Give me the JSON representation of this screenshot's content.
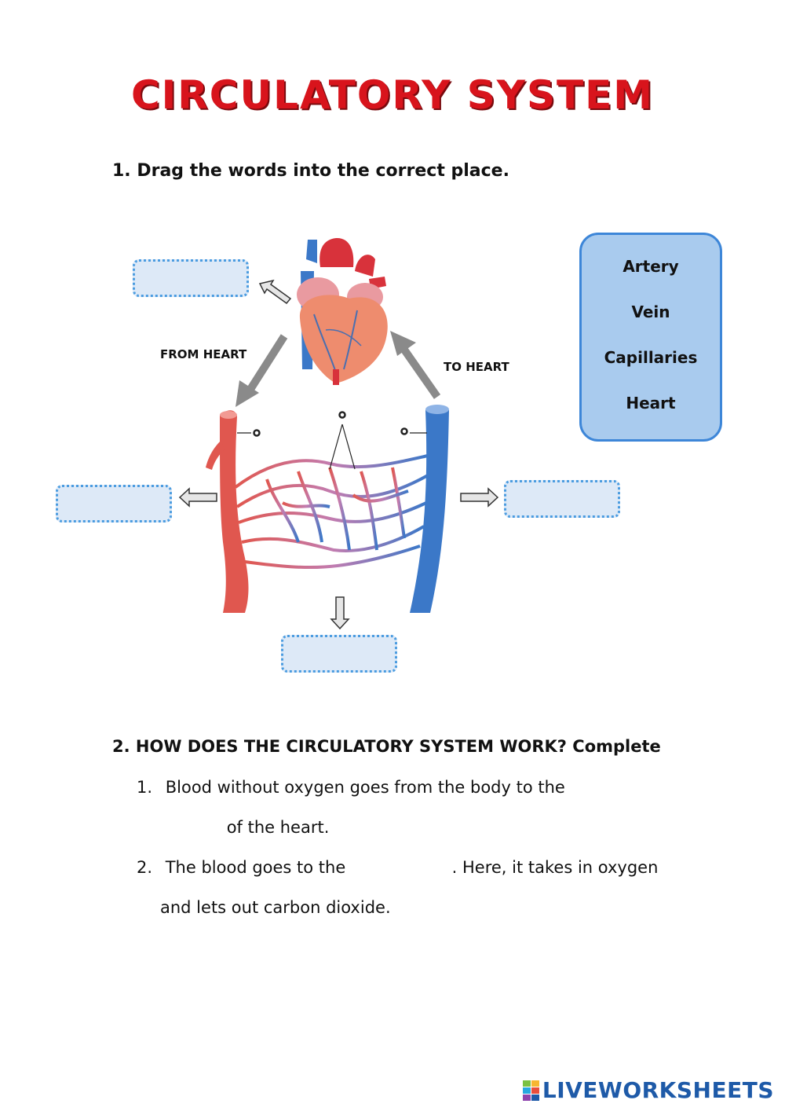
{
  "title": "CIRCULATORY SYSTEM",
  "question1": {
    "number": "1.",
    "instruction": "Drag the words into the correct place."
  },
  "diagram": {
    "label_from_heart": "FROM HEART",
    "label_to_heart": "TO HEART"
  },
  "word_bank": [
    "Artery",
    "Vein",
    "Capillaries",
    "Heart"
  ],
  "question2": {
    "number": "2.",
    "heading": "HOW DOES THE CIRCULATORY SYSTEM WORK? Complete",
    "items": [
      {
        "number": "1.",
        "text_a": "Blood without oxygen goes from the body to the",
        "text_b": "of the heart."
      },
      {
        "number": "2.",
        "text_a": "The blood goes to the",
        "text_b": ". Here, it takes in oxygen",
        "text_c": "and lets out carbon dioxide."
      }
    ]
  },
  "brand": {
    "name": "LIVEWORKSHEETS",
    "colors": {
      "title_red": "#d8141c",
      "dropbox_border": "#4b9ce0",
      "dropbox_fill": "#dde9f7",
      "bank_fill": "#a9cbee",
      "bank_border": "#3d86d8",
      "artery": "#e0574f",
      "vein": "#3b78c8"
    }
  }
}
